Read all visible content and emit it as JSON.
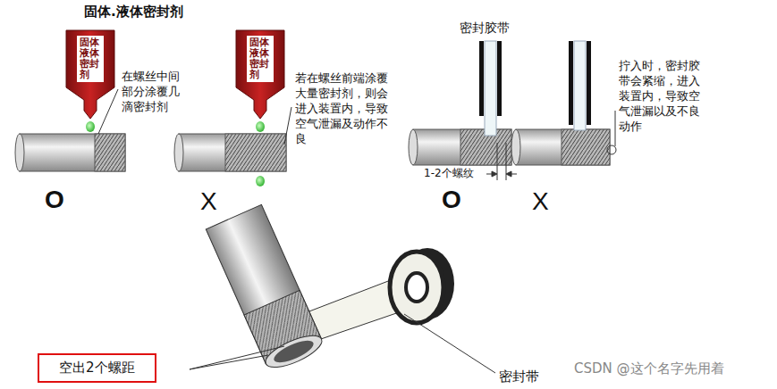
{
  "diagram": {
    "title": "固体.液体密封剂",
    "nodes": [
      {
        "text": [
          "固体液体密封剂"
        ]
      },
      {
        "text": [
          "固体液体密封剂"
        ]
      },
      {
        "text": [
          "空出2个螺距"
        ]
      }
    ],
    "labels": [
      "在螺丝中间部分涂覆几滴密封剂",
      "O",
      "若在螺丝前端涂覆大量密封剂，则会进入装置内，导致空气泄漏及动作不良",
      "X",
      "密封胶带",
      "1-2个螺纹",
      "O",
      "拧入时，密封胶带会紧缩，进入装置内，导致空气泄漏以及不良动作",
      "X",
      "密封带",
      "CSDN @这个名字先用着"
    ]
  }
}
